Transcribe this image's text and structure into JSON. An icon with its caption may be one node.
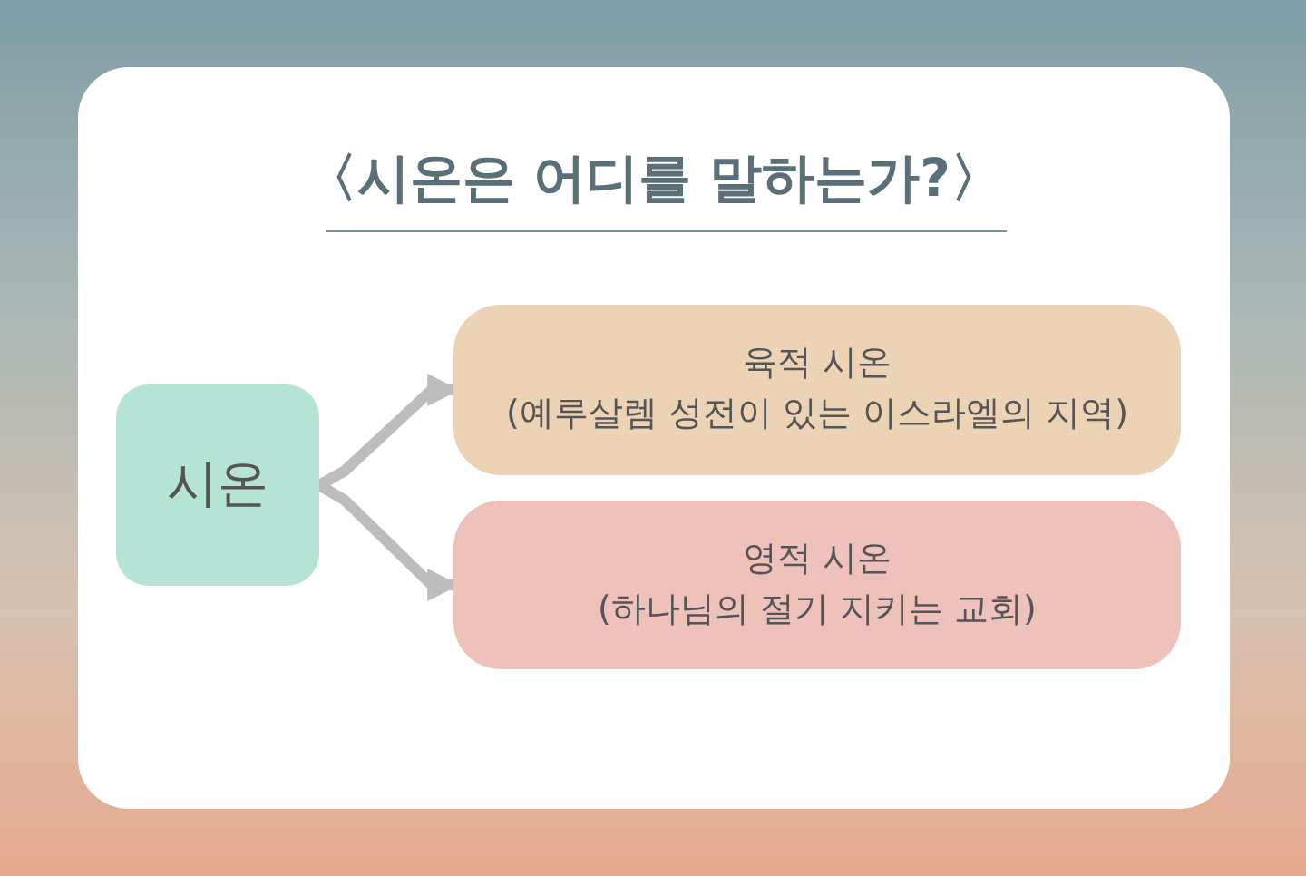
{
  "diagram": {
    "title": "〈시온은 어디를 말하는가?〉",
    "nodes": [
      {
        "text": [
          "시온"
        ]
      },
      {
        "text": [
          "육적 시온",
          "(예루살렘 성전이 있는 이스라엘의 지역)"
        ]
      },
      {
        "text": [
          "영적 시온",
          "(하나님의 절기 지키는 교회)"
        ]
      }
    ],
    "edges": [
      {
        "from": 0,
        "to": 1,
        "arrow": "to"
      },
      {
        "from": 0,
        "to": 2,
        "arrow": "to"
      }
    ]
  }
}
